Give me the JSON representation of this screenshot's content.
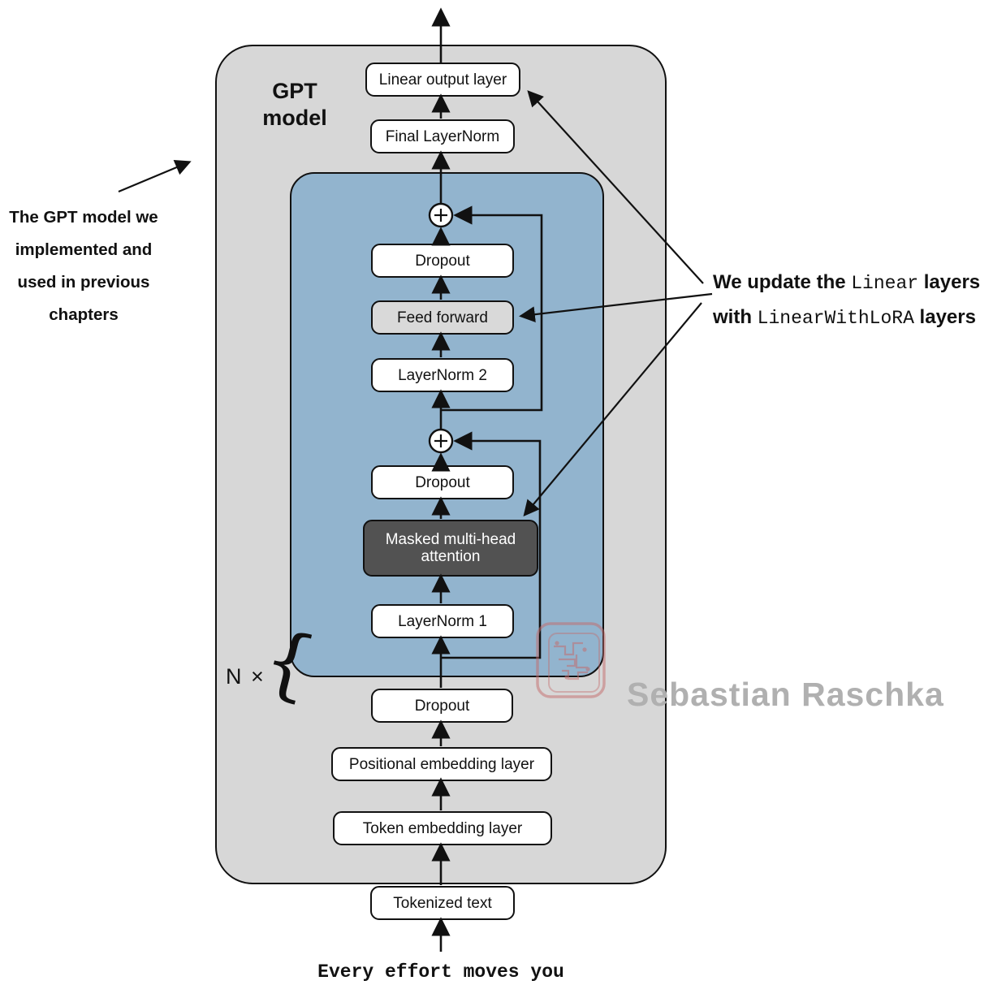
{
  "diagram": {
    "gpt_label": "GPT model",
    "n_times": "N ×",
    "brace": "{"
  },
  "boxes": {
    "linear_output": "Linear output layer",
    "final_layernorm": "Final LayerNorm",
    "dropout_ff": "Dropout",
    "feed_forward": "Feed forward",
    "layernorm_2": "LayerNorm 2",
    "dropout_attn": "Dropout",
    "masked_attention": "Masked multi-head attention",
    "layernorm_1": "LayerNorm 1",
    "dropout_embed": "Dropout",
    "positional_embedding": "Positional embedding layer",
    "token_embedding": "Token embedding layer",
    "tokenized_text": "Tokenized text"
  },
  "annotations": {
    "left_note": "The GPT model we implemented and used in previous chapters",
    "right_note": {
      "line1_a": "We update the ",
      "line1_code": "Linear",
      "line1_b": " layers",
      "line2_a": "with ",
      "line2_code": "LinearWithLoRA",
      "line2_b": " layers"
    },
    "input_text": "Every effort moves you",
    "watermark": "Sebastian Raschka"
  },
  "colors": {
    "outer_box_fill": "#d7d7d7",
    "transformer_block_fill": "#92b4ce",
    "attention_box_fill": "#525252",
    "feed_forward_fill": "#d9d9d9",
    "watermark_logo": "#c46a6a",
    "watermark_text": "#b0b0b0"
  }
}
